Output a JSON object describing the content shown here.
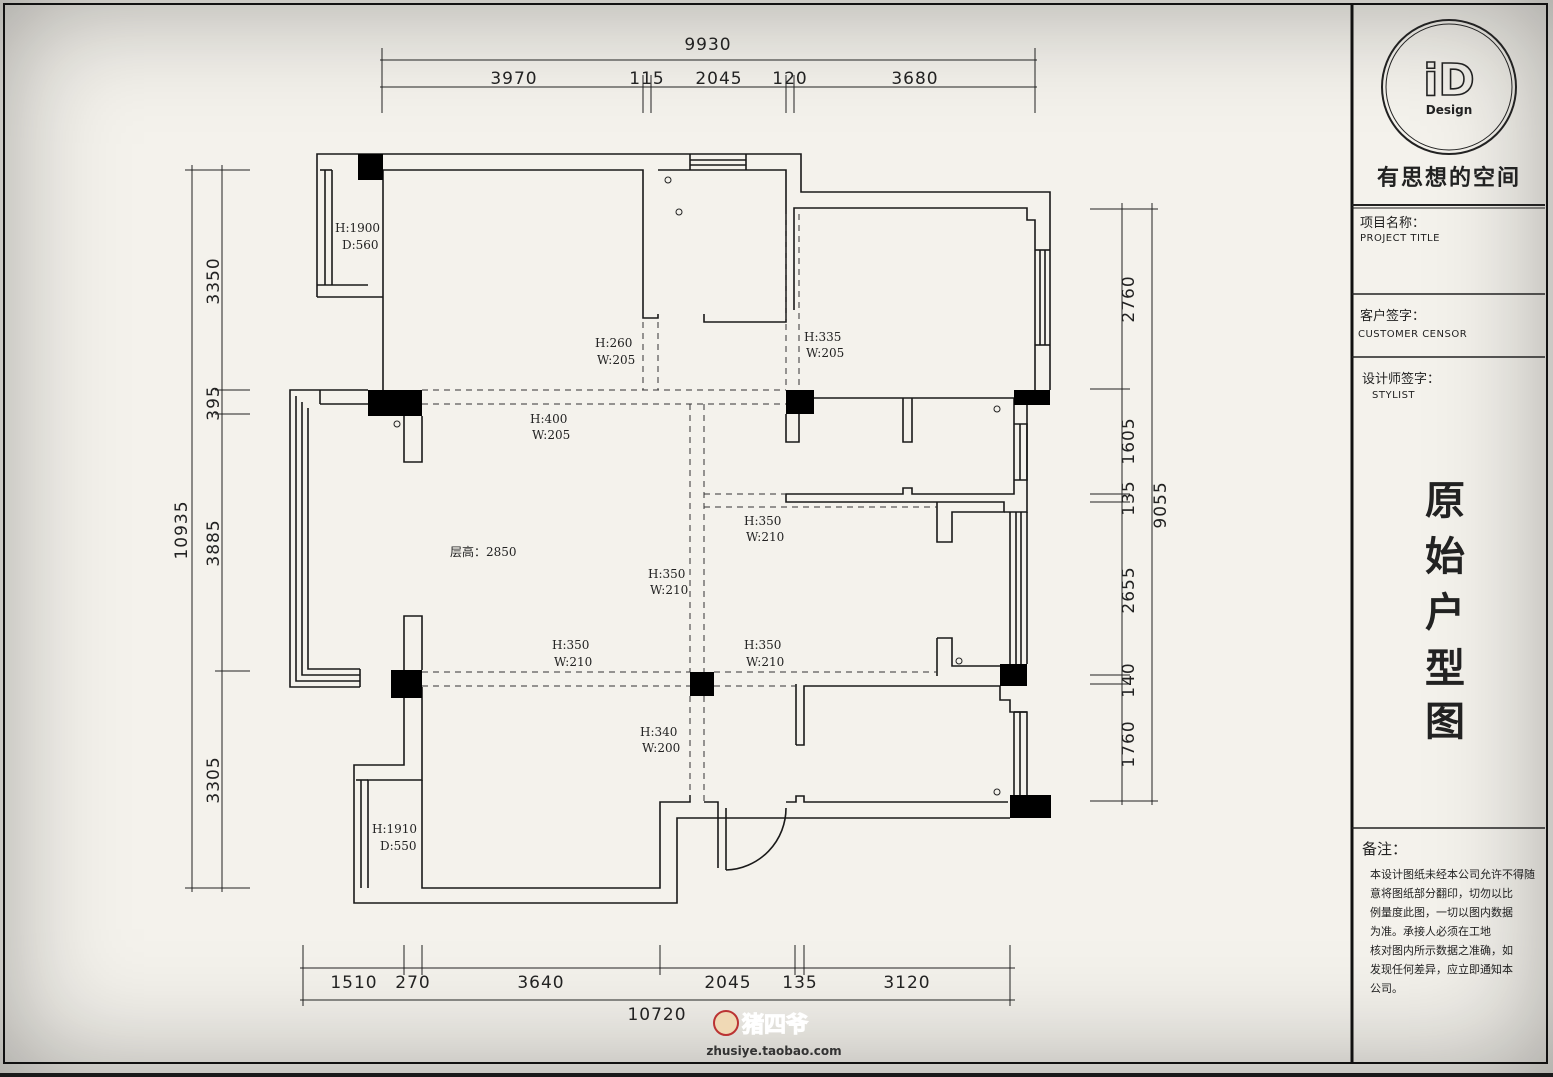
{
  "dims_top": {
    "total": "9930",
    "segments": [
      "3970",
      "115",
      "2045",
      "120",
      "3680"
    ]
  },
  "dims_bottom": {
    "total": "10720",
    "segments": [
      "1510",
      "270",
      "3640",
      "2045",
      "135",
      "3120"
    ]
  },
  "dims_left": {
    "total": "10935",
    "segments": [
      "3350",
      "395",
      "3885",
      "3305"
    ]
  },
  "dims_right": {
    "total": "9055",
    "segments": [
      "2760",
      "1605",
      "135",
      "2655",
      "140",
      "1760"
    ]
  },
  "notes": {
    "win_tl_h": "H:1900",
    "win_tl_d": "D:560",
    "win_bl_h": "H:1910",
    "win_bl_d": "D:550",
    "beam_a_h": "H:260",
    "beam_a_w": "W:205",
    "beam_b_h": "H:335",
    "beam_b_w": "W:205",
    "beam_c_h": "H:400",
    "beam_c_w": "W:205",
    "beam_d_h": "H:350",
    "beam_d_w": "W:210",
    "beam_e_h": "H:350",
    "beam_e_w": "W:210",
    "beam_f_h": "H:350",
    "beam_f_w": "W:210",
    "beam_g_h": "H:350",
    "beam_g_w": "W:210",
    "beam_h_h": "H:340",
    "beam_h_w": "W:200",
    "floor_height": "层高：2850"
  },
  "title_block": {
    "logo_mark": "iD",
    "logo_word": "Design",
    "slogan": "有思想的空间",
    "project_label": "项目名称：",
    "project_sub": "PROJECT TITLE",
    "customer_label": "客户签字：",
    "customer_sub": "CUSTOMER CENSOR",
    "designer_label": "设计师签字：",
    "designer_sub": "STYLIST",
    "drawing_title": [
      "原",
      "始",
      "户",
      "型",
      "图"
    ],
    "remark_label": "备注：",
    "remark_lines": [
      "本设计图纸未经本公司允许不得随",
      "意将图纸部分翻印，切勿以比",
      "例量度此图，一切以图内数据",
      "为准。承接人必须在工地",
      "核对图内所示数据之准确，如",
      "发现任何差异，应立即通知本",
      "公司。"
    ]
  },
  "watermark": {
    "brand": "猪四爷",
    "url": "zhusiye.taobao.com"
  }
}
